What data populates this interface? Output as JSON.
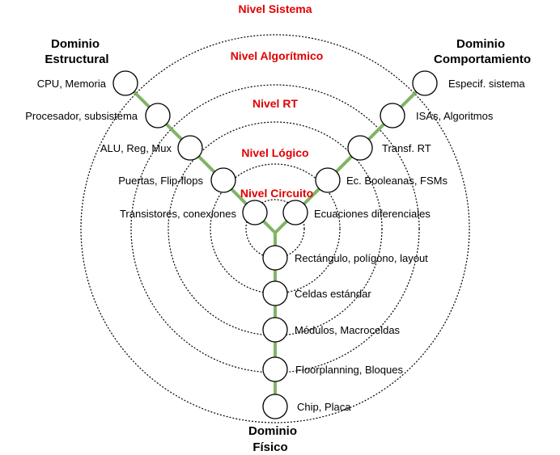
{
  "domains": {
    "structural": [
      "Dominio",
      "Estructural"
    ],
    "behavioral": [
      "Dominio",
      "Comportamiento"
    ],
    "physical": [
      "Dominio",
      "Físico"
    ]
  },
  "levels": [
    "Nivel Sistema",
    "Nivel Algorítmico",
    "Nivel RT",
    "Nivel Lógico",
    "Nivel Circuito"
  ],
  "structural_items": [
    "CPU, Memoria",
    "Procesador, subsistema",
    "ALU, Reg, Mux",
    "Puertas, Flip-flops",
    "Transistores, conexiones"
  ],
  "behavioral_items": [
    "Especif. sistema",
    "ISAs, Algoritmos",
    "Transf. RT",
    "Ec. Booleanas, FSMs",
    "Ecuaciones diferenciales"
  ],
  "physical_items": [
    "Chip, Placa",
    "Floorplanning, Bloques",
    "Módulos, Macroceldas",
    "Celdas estándar",
    "Rectángulo, polígono, layout"
  ],
  "colors": {
    "branch": "#82b366",
    "level_label": "#e00000"
  }
}
